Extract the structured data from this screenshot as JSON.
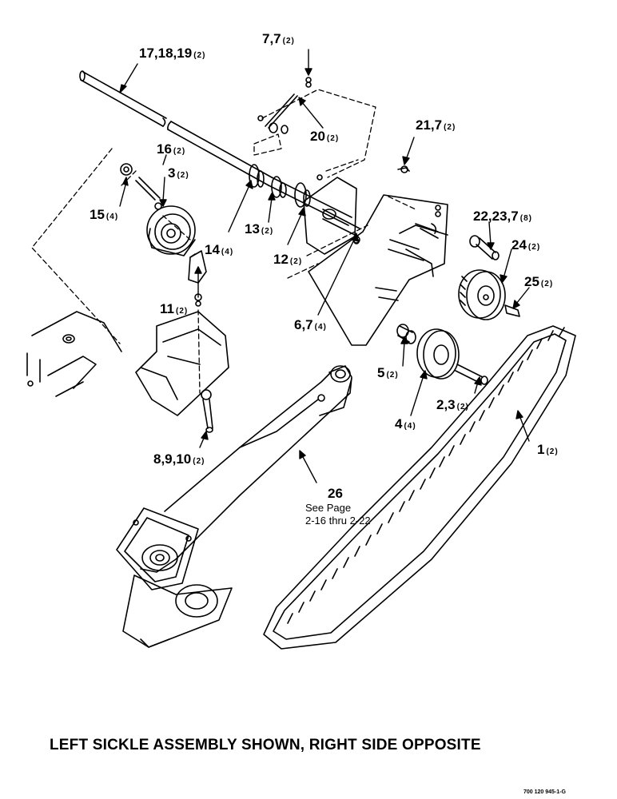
{
  "callouts": [
    {
      "id": "17-18-19",
      "label": "17,18,19",
      "qty": "(2)"
    },
    {
      "id": "7-7",
      "label": "7,7",
      "qty": "(2)"
    },
    {
      "id": "20",
      "label": "20",
      "qty": "(2)"
    },
    {
      "id": "21-7",
      "label": "21,7",
      "qty": "(2)"
    },
    {
      "id": "16",
      "label": "16",
      "qty": "(2)"
    },
    {
      "id": "3",
      "label": "3",
      "qty": "(2)"
    },
    {
      "id": "15",
      "label": "15",
      "qty": "(4)"
    },
    {
      "id": "13",
      "label": "13",
      "qty": "(2)"
    },
    {
      "id": "14",
      "label": "14",
      "qty": "(4)"
    },
    {
      "id": "12",
      "label": "12",
      "qty": "(2)"
    },
    {
      "id": "22-23-7",
      "label": "22,23,7",
      "qty": "(8)"
    },
    {
      "id": "24",
      "label": "24",
      "qty": "(2)"
    },
    {
      "id": "25",
      "label": "25",
      "qty": "(2)"
    },
    {
      "id": "11",
      "label": "11",
      "qty": "(2)"
    },
    {
      "id": "6-7",
      "label": "6,7",
      "qty": "(4)"
    },
    {
      "id": "5",
      "label": "5",
      "qty": "(2)"
    },
    {
      "id": "2-3",
      "label": "2,3",
      "qty": "(2)"
    },
    {
      "id": "4",
      "label": "4",
      "qty": "(4)"
    },
    {
      "id": "1",
      "label": "1",
      "qty": "(2)"
    },
    {
      "id": "8-9-10",
      "label": "8,9,10",
      "qty": "(2)"
    }
  ],
  "ref_note": {
    "number": "26",
    "line1": "See Page",
    "line2": "2-16 thru 2-22"
  },
  "caption": "LEFT SICKLE ASSEMBLY SHOWN, RIGHT SIDE OPPOSITE",
  "drawing_number": "700 120 945-1-G",
  "colors": {
    "ink": "#000000",
    "paper": "#ffffff"
  }
}
